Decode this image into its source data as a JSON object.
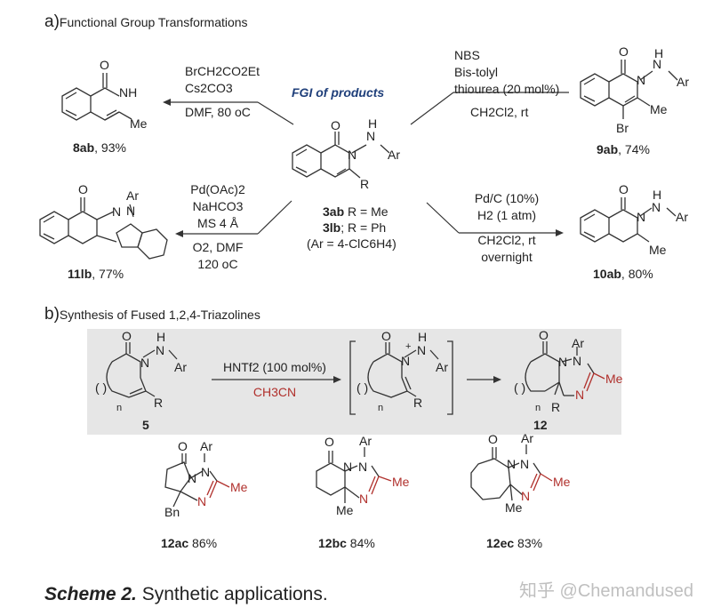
{
  "section_a": {
    "letter": "a)",
    "title": "Functional Group Transformations"
  },
  "section_b": {
    "letter": "b)",
    "title": "Synthesis of Fused 1,2,4-Triazolines"
  },
  "center": {
    "fgi_label": "FGI of products",
    "line1_cmpd": "3ab",
    "line1_rest": " R = Me",
    "line2_cmpd": "3lb",
    "line2_rest": "; R = Ph",
    "line3": "(Ar = 4-ClC6H4)"
  },
  "products": {
    "p8ab": {
      "cmpd": "8ab",
      "yield": ", 93%"
    },
    "p9ab": {
      "cmpd": "9ab",
      "yield": ", 74%"
    },
    "p11lb": {
      "cmpd": "11lb",
      "yield": ", 77%"
    },
    "p10ab": {
      "cmpd": "10ab",
      "yield": ", 80%"
    }
  },
  "conditions": {
    "to_8ab": [
      "BrCH2CO2Et",
      "Cs2CO3",
      "DMF, 80 oC"
    ],
    "to_9ab": [
      "NBS",
      "Bis-tolyl",
      "thiourea (20 mol%)",
      "CH2Cl2, rt"
    ],
    "to_11lb": [
      "Pd(OAc)2",
      "NaHCO3",
      "MS 4 Å",
      "O2, DMF",
      "120 oC"
    ],
    "to_10ab": [
      "Pd/C (10%)",
      "H2 (1 atm)",
      "CH2Cl2, rt",
      "overnight"
    ]
  },
  "scheme_b": {
    "reagent": "HNTf2 (100 mol%)",
    "solvent": "CH3CN",
    "start_label": "5",
    "product_label": "12"
  },
  "examples": [
    {
      "cmpd": "12ac",
      "yield": " 86%"
    },
    {
      "cmpd": "12bc",
      "yield": " 84%"
    },
    {
      "cmpd": "12ec",
      "yield": " 83%"
    }
  ],
  "caption": {
    "bold": "Scheme 2.",
    "text": " Synthetic applications."
  },
  "watermark": "知乎 @Chemandused",
  "atoms": {
    "O": "O",
    "NH": "NH",
    "N": "N",
    "H": "H",
    "Ar": "Ar",
    "R": "R",
    "Me": "Me",
    "Br": "Br",
    "Bn": "Bn",
    "n": "n",
    "plus": "+"
  },
  "colors": {
    "accent_red": "#b0302c",
    "fgi_blue": "#1f3f7a",
    "panel_gray": "#e6e6e6"
  }
}
